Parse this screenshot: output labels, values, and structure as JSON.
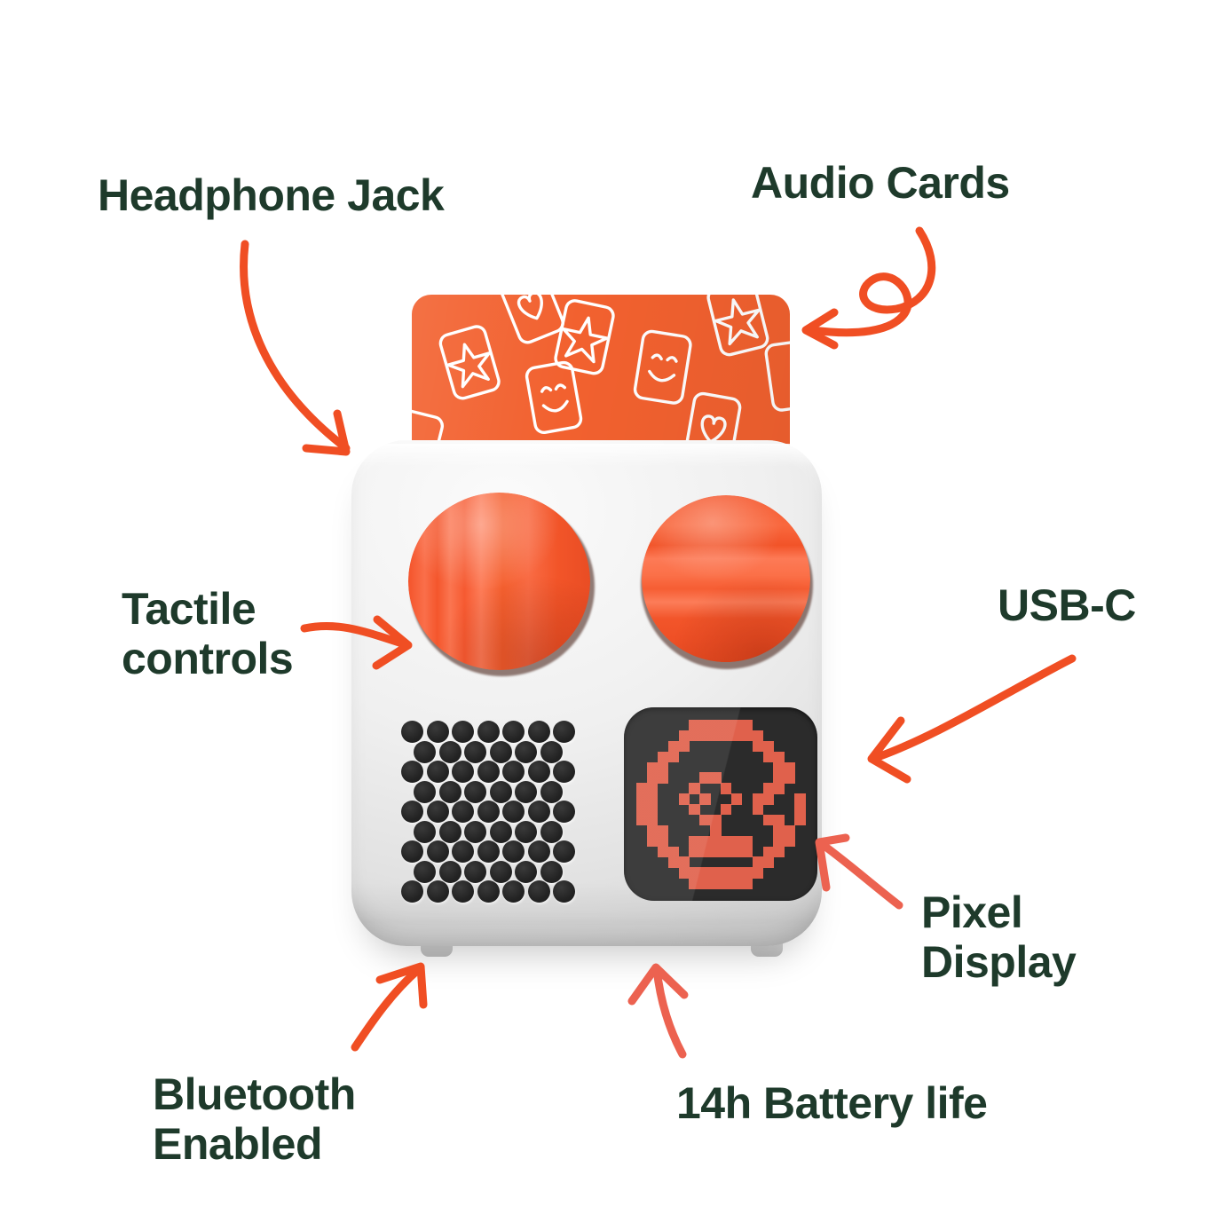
{
  "page": {
    "title": "Audio Player Product Feature Callouts",
    "background_color": "#ffffff"
  },
  "colors": {
    "label_green": "#1e3a2b",
    "arrow_orange": "#f04e23",
    "arrow_orange_soft": "#ec6250",
    "card_orange": "#f2612f",
    "knob_orange": "#f4542b",
    "body_white": "#f0f0f0",
    "display_dark": "#2b2b2b",
    "display_pixel": "#e0614c",
    "speaker_dot": "#232323"
  },
  "callouts": [
    {
      "id": "headphone-jack",
      "label": "Headphone Jack",
      "position": "top-left",
      "arrow": "curved-down-right"
    },
    {
      "id": "audio-cards",
      "label": "Audio Cards",
      "position": "top-right",
      "arrow": "looping-curl-left"
    },
    {
      "id": "tactile-controls",
      "label": "Tactile\ncontrols",
      "position": "mid-left",
      "arrow": "straight-right"
    },
    {
      "id": "usb-c",
      "label": "USB-C",
      "position": "mid-right",
      "arrow": "curved-left"
    },
    {
      "id": "pixel-display",
      "label": "Pixel\nDisplay",
      "position": "lower-right",
      "arrow": "short-up-left"
    },
    {
      "id": "bluetooth",
      "label": "Bluetooth\nEnabled",
      "position": "bottom-left",
      "arrow": "curved-up-right"
    },
    {
      "id": "battery-life",
      "label": "14h Battery life",
      "position": "bottom-right",
      "arrow": "curved-up-left"
    }
  ],
  "device": {
    "name": "portable-audio-player",
    "audio_card": {
      "name": "audio-card",
      "color": "#f2612f",
      "pattern_icons": [
        "heart-card-icon",
        "star-card-icon",
        "smiley-card-icon"
      ],
      "pattern_count": 9
    },
    "knobs": [
      {
        "name": "knob-left",
        "style": "vertical-ridges",
        "color": "#f4542b"
      },
      {
        "name": "knob-right",
        "style": "horizontal-ridges",
        "color": "#f5582e"
      }
    ],
    "speaker": {
      "name": "speaker-grille",
      "dot_color": "#232323",
      "layout": "staggered-hex",
      "columns": 7,
      "rows": 9
    },
    "display": {
      "name": "pixel-display",
      "screen_color": "#2b2b2b",
      "pixel_color": "#e0614c",
      "graphic": "pixel-smiley-face",
      "grid": 16
    },
    "feet": [
      {
        "name": "foot-left"
      },
      {
        "name": "foot-right"
      }
    ]
  }
}
